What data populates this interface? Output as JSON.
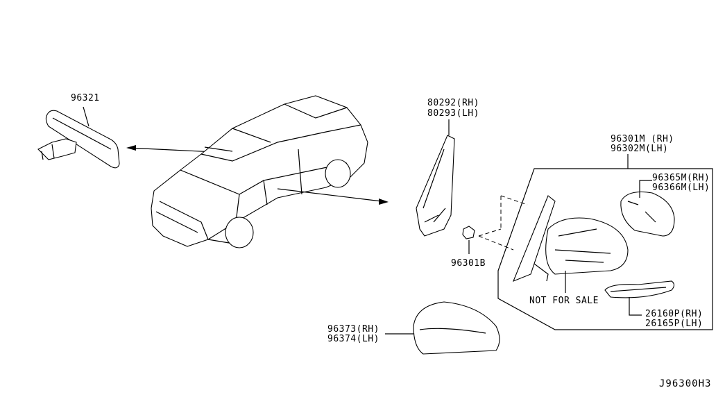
{
  "labels": {
    "inner_mirror": "96321",
    "corner_cover_rh": "80292(RH)",
    "corner_cover_lh": "80293(LH)",
    "door_mirror_rh": "96301M (RH)",
    "door_mirror_lh": "96302M(LH)",
    "mirror_glass_rh": "96365M(RH)",
    "mirror_glass_lh": "96366M(LH)",
    "nut": "96301B",
    "not_for_sale": "NOT FOR SALE",
    "turn_lamp_rh": "26160P(RH)",
    "turn_lamp_lh": "26165P(LH)",
    "mirror_cover_rh": "96373(RH)",
    "mirror_cover_lh": "96374(LH)"
  },
  "diagram_code": "J96300H3"
}
